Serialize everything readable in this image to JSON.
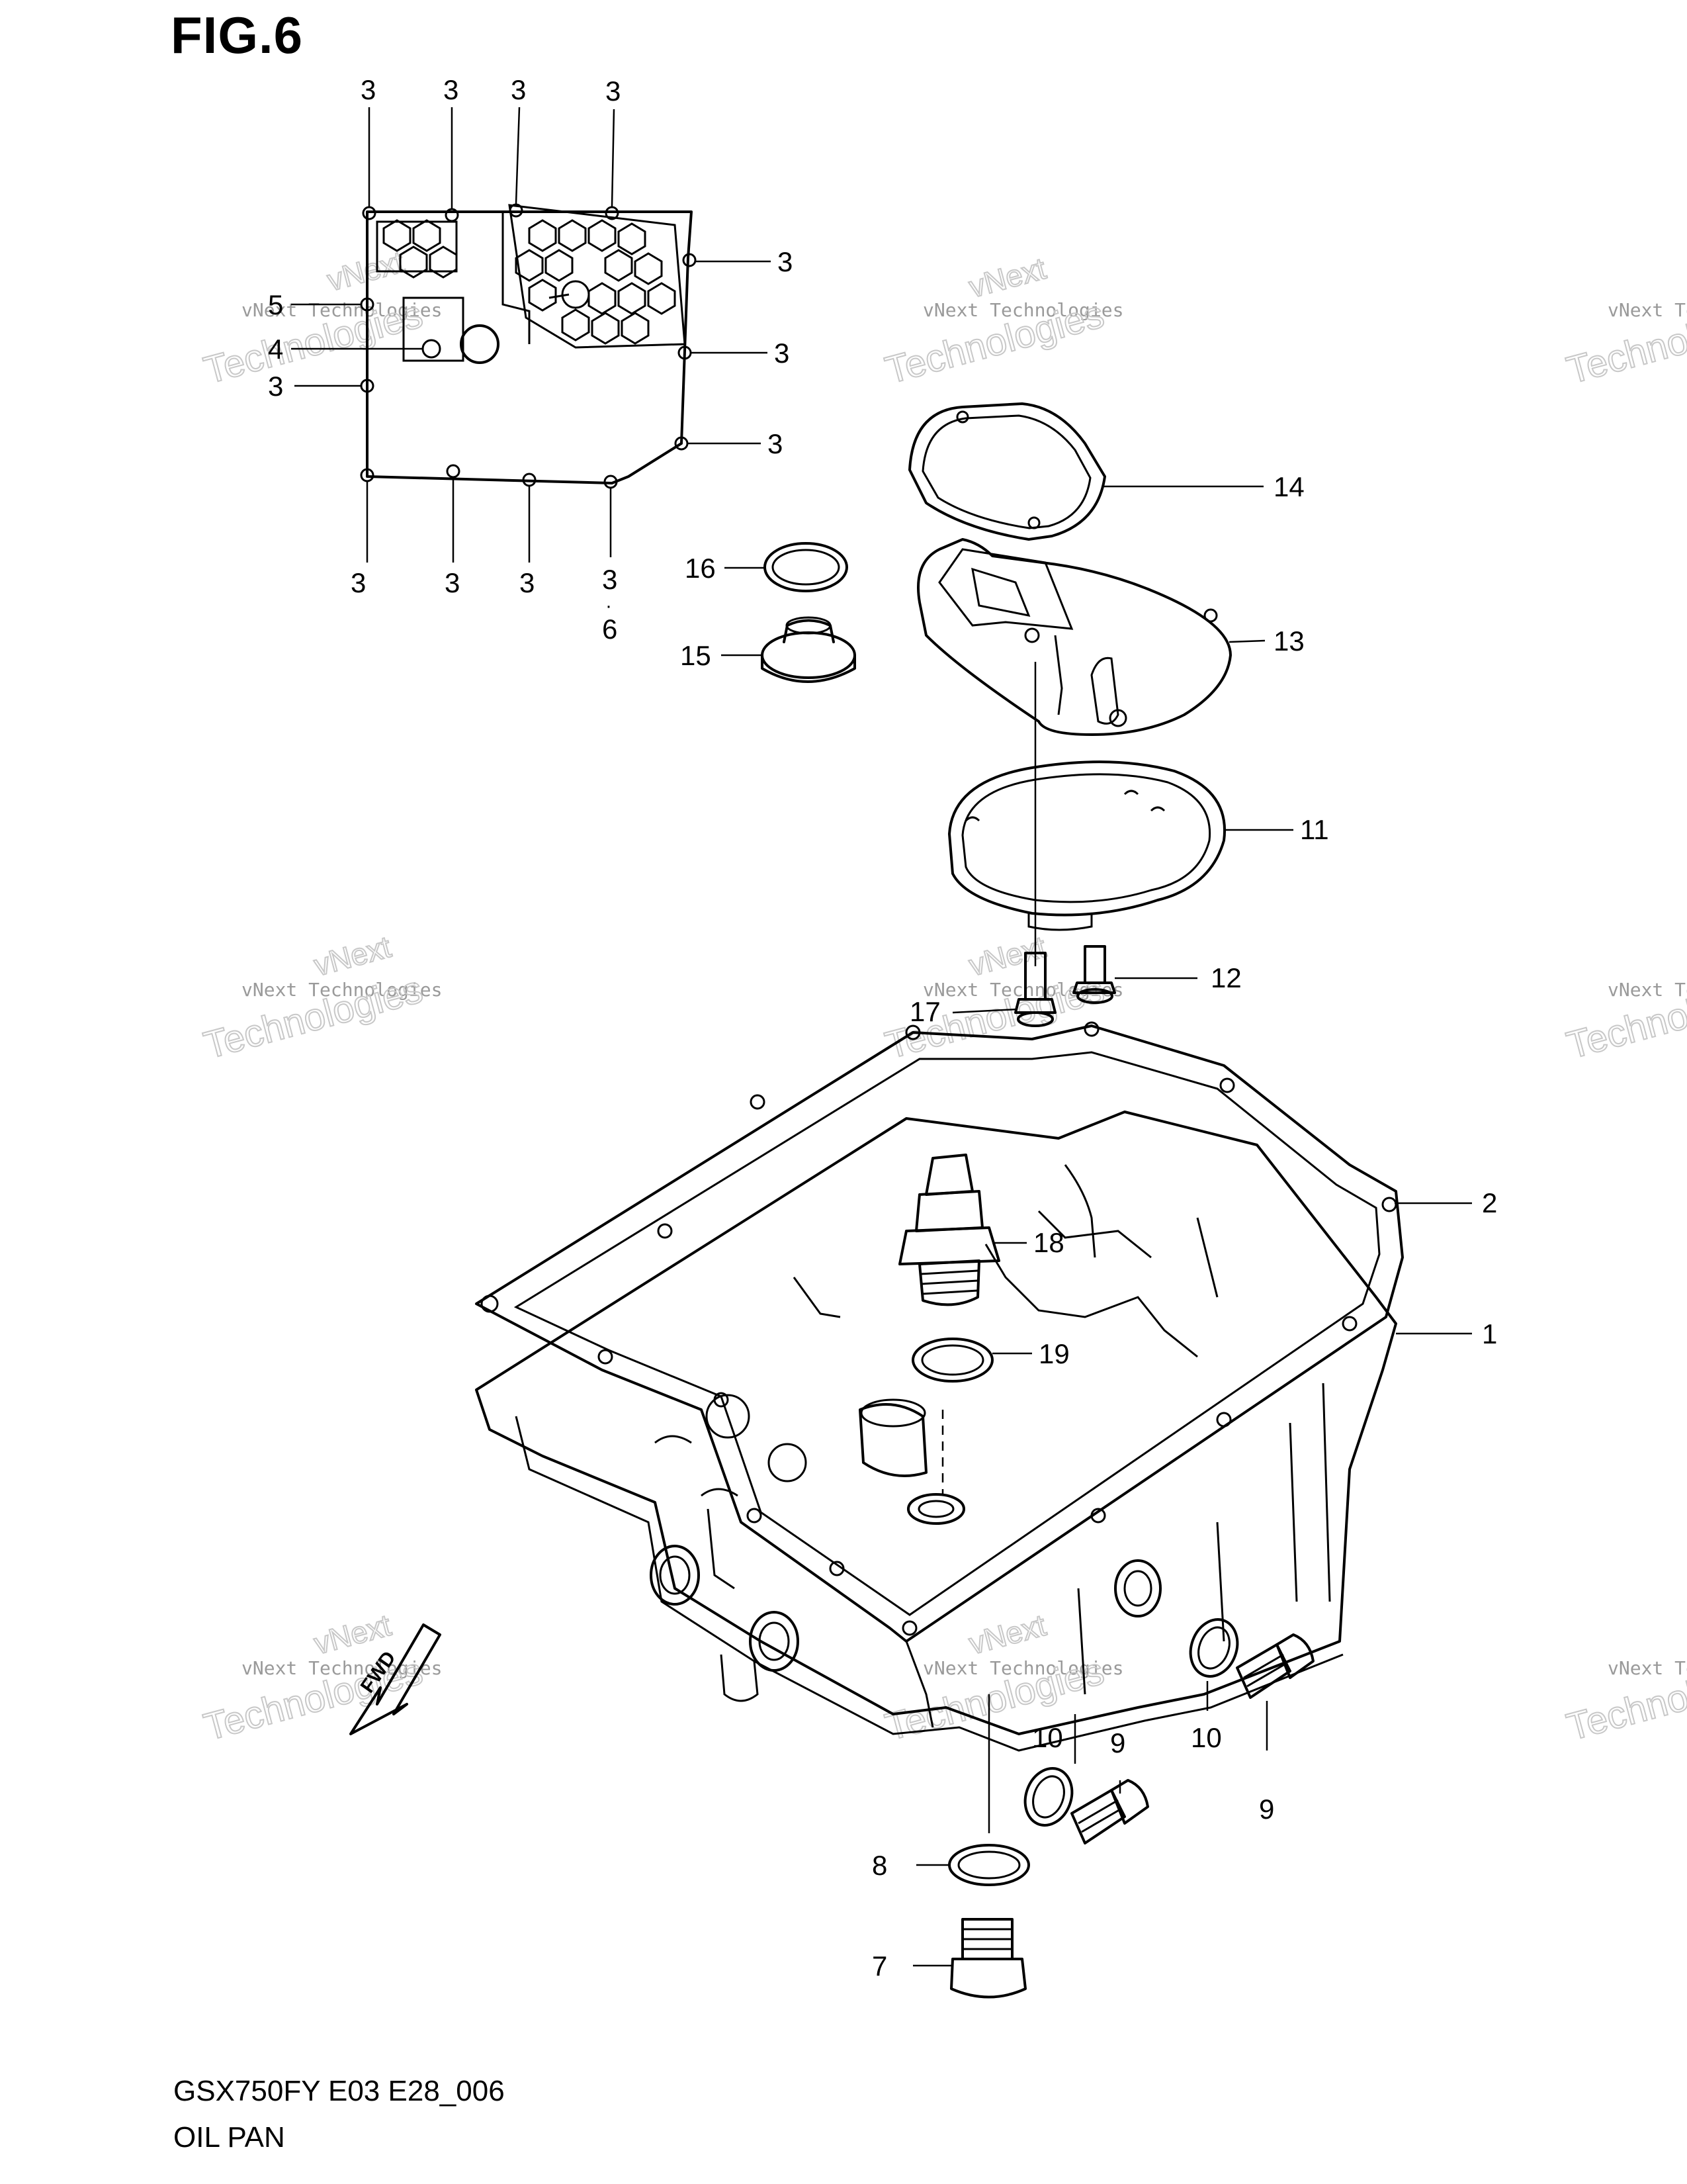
{
  "figure": {
    "title": "FIG.6",
    "model_code": "GSX750FY E03 E28_006",
    "part_name": "OIL PAN"
  },
  "watermark": {
    "line1": "vNext Technologies",
    "line2": "vNext",
    "line3": "Technologies"
  },
  "fwd_mark": "FWD",
  "callouts": [
    {
      "id": "c-3a",
      "label": "3"
    },
    {
      "id": "c-3b",
      "label": "3"
    },
    {
      "id": "c-3c",
      "label": "3"
    },
    {
      "id": "c-3d",
      "label": "3"
    },
    {
      "id": "c-3e",
      "label": "3"
    },
    {
      "id": "c-3f",
      "label": "3"
    },
    {
      "id": "c-3g",
      "label": "3"
    },
    {
      "id": "c-3h",
      "label": "3"
    },
    {
      "id": "c-3i",
      "label": "3"
    },
    {
      "id": "c-3j",
      "label": "3"
    },
    {
      "id": "c-3k",
      "label": "3"
    },
    {
      "id": "c-3l",
      "label": "3"
    },
    {
      "id": "c-5",
      "label": "5"
    },
    {
      "id": "c-4",
      "label": "4"
    },
    {
      "id": "c-6",
      "label": "6"
    },
    {
      "id": "c-14",
      "label": "14"
    },
    {
      "id": "c-16",
      "label": "16"
    },
    {
      "id": "c-15",
      "label": "15"
    },
    {
      "id": "c-13",
      "label": "13"
    },
    {
      "id": "c-11",
      "label": "11"
    },
    {
      "id": "c-12",
      "label": "12"
    },
    {
      "id": "c-17",
      "label": "17"
    },
    {
      "id": "c-2",
      "label": "2"
    },
    {
      "id": "c-18",
      "label": "18"
    },
    {
      "id": "c-1",
      "label": "1"
    },
    {
      "id": "c-19",
      "label": "19"
    },
    {
      "id": "c-10a",
      "label": "10"
    },
    {
      "id": "c-9a",
      "label": "9"
    },
    {
      "id": "c-10b",
      "label": "10"
    },
    {
      "id": "c-9b",
      "label": "9"
    },
    {
      "id": "c-8",
      "label": "8"
    },
    {
      "id": "c-7",
      "label": "7"
    }
  ]
}
